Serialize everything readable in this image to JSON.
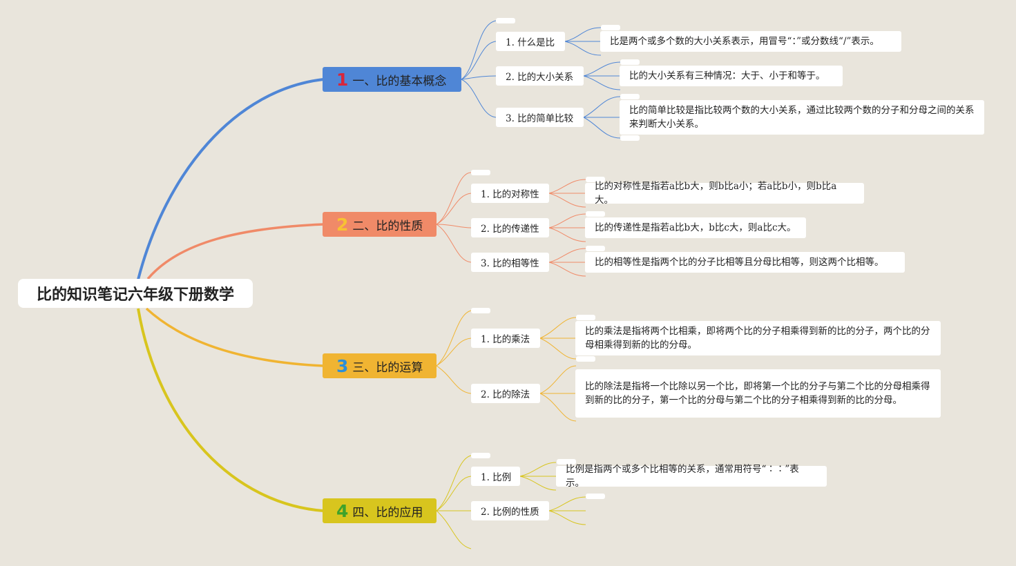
{
  "root": {
    "title": "比的知识笔记六年级下册数学"
  },
  "colors": {
    "background": "#e9e5dc",
    "branch1": "#4f86d6",
    "branch2": "#f08a68",
    "branch3": "#f0b432",
    "branch4": "#d8c51e",
    "num1": "#d8263a",
    "num2": "#f7c233",
    "num3": "#2c8fd8",
    "num4": "#3fa22a"
  },
  "branches": [
    {
      "num": "1",
      "label": "一、比的基本概念",
      "children": [
        {
          "label": "1. 什么是比",
          "detail": "比是两个或多个数的大小关系表示，用冒号“：”或分数线“/”表示。"
        },
        {
          "label": "2. 比的大小关系",
          "detail": "比的大小关系有三种情况：大于、小于和等于。"
        },
        {
          "label": "3. 比的简单比较",
          "detail": "比的简单比较是指比较两个数的大小关系，通过比较两个数的分子和分母之间的关系来判断大小关系。"
        }
      ]
    },
    {
      "num": "2",
      "label": "二、比的性质",
      "children": [
        {
          "label": "1. 比的对称性",
          "detail": "比的对称性是指若a比b大，则b比a小；若a比b小，则b比a大。"
        },
        {
          "label": "2. 比的传递性",
          "detail": "比的传递性是指若a比b大，b比c大，则a比c大。"
        },
        {
          "label": "3. 比的相等性",
          "detail": "比的相等性是指两个比的分子比相等且分母比相等，则这两个比相等。"
        }
      ]
    },
    {
      "num": "3",
      "label": "三、比的运算",
      "children": [
        {
          "label": "1. 比的乘法",
          "detail": "比的乘法是指将两个比相乘，即将两个比的分子相乘得到新的比的分子，两个比的分母相乘得到新的比的分母。"
        },
        {
          "label": "2. 比的除法",
          "detail": "比的除法是指将一个比除以另一个比，即将第一个比的分子与第二个比的分母相乘得到新的比的分子，第一个比的分母与第二个比的分子相乘得到新的比的分母。"
        }
      ]
    },
    {
      "num": "4",
      "label": "四、比的应用",
      "children": [
        {
          "label": "1. 比例",
          "detail": "比例是指两个或多个比相等的关系，通常用符号“∶∶”表示。"
        },
        {
          "label": "2. 比例的性质",
          "detail": ""
        }
      ]
    }
  ]
}
